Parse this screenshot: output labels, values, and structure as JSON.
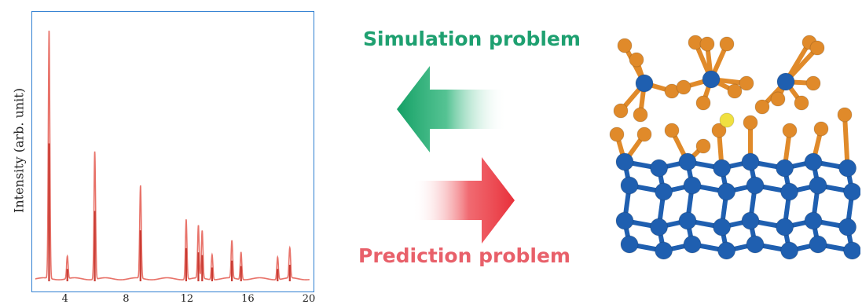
{
  "chart_data": {
    "type": "line",
    "xlabel": "",
    "ylabel": "Intensity (arb. unit)",
    "xlim": [
      2,
      20
    ],
    "ylim": [
      0,
      1
    ],
    "x_ticks": [
      "4",
      "8",
      "12",
      "16",
      "20"
    ],
    "x_tick_values": [
      4,
      8,
      12,
      16,
      20
    ],
    "line_color": "#e8736a",
    "peaks": [
      {
        "x": 2.9,
        "y": 1.0
      },
      {
        "x": 4.1,
        "y": 0.09
      },
      {
        "x": 5.9,
        "y": 0.51
      },
      {
        "x": 8.9,
        "y": 0.37
      },
      {
        "x": 11.9,
        "y": 0.24
      },
      {
        "x": 12.7,
        "y": 0.21
      },
      {
        "x": 12.95,
        "y": 0.19
      },
      {
        "x": 13.6,
        "y": 0.1
      },
      {
        "x": 14.9,
        "y": 0.15
      },
      {
        "x": 15.5,
        "y": 0.11
      },
      {
        "x": 17.9,
        "y": 0.09
      },
      {
        "x": 18.7,
        "y": 0.12
      }
    ]
  },
  "labels": {
    "simulation": "Simulation problem",
    "prediction": "Prediction problem"
  },
  "colors": {
    "simulation": "#1ea070",
    "prediction": "#e8606a",
    "plot_border": "#2f7fd1",
    "atom_blue": "#1f5fb0",
    "atom_orange": "#e08a2a",
    "atom_yellow": "#f0e040"
  }
}
